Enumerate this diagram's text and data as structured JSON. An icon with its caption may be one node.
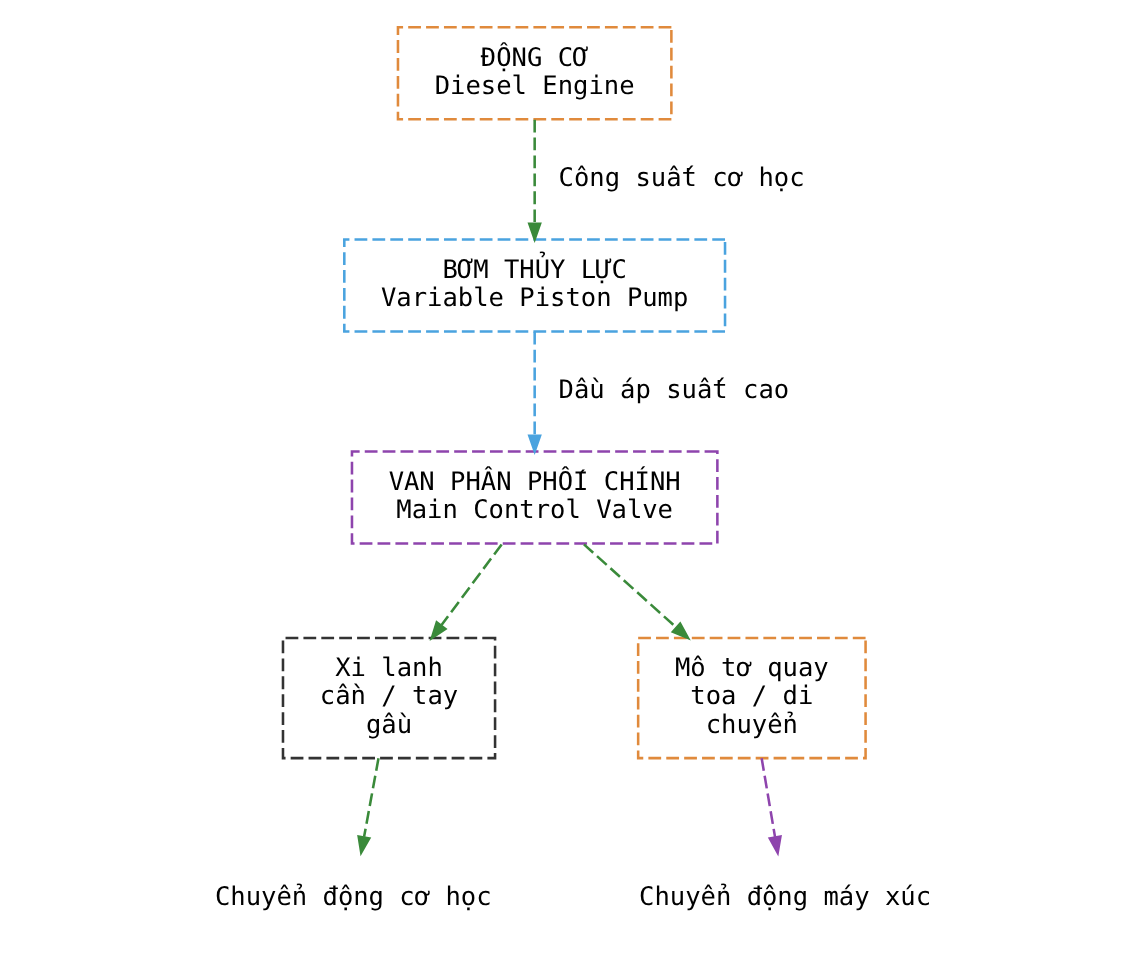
{
  "diagram": {
    "nodes": [
      {
        "text": [
          "ĐỘNG CƠ",
          "Diesel Engine"
        ]
      },
      {
        "text": [
          "BƠM THỦY LỰC",
          "Variable Piston Pump"
        ]
      },
      {
        "text": [
          "VAN PHÂN PHỐI CHÍNH",
          "Main Control Valve"
        ]
      },
      {
        "text": [
          "Xi lanh cần / tay gầu"
        ]
      },
      {
        "text": [
          "Mô tơ quay toa / di chuyển"
        ]
      },
      {
        "text": [
          "Chuyển động cơ học"
        ]
      },
      {
        "text": [
          "Chuyển động máy xúc"
        ]
      }
    ],
    "edges": [
      {
        "from": 0,
        "to": 1,
        "arrow": "to",
        "label": "Công suất cơ học",
        "style": "dashed"
      },
      {
        "from": 1,
        "to": 2,
        "arrow": "to",
        "label": "Dầu áp suất cao",
        "style": "dashed",
        "color": "#4aa3df"
      },
      {
        "from": 2,
        "to": 3,
        "arrow": "to",
        "style": "dashed"
      },
      {
        "from": 2,
        "to": 4,
        "arrow": "to",
        "style": "dashed"
      },
      {
        "from": 3,
        "to": 5,
        "arrow": "to",
        "style": "dashed"
      },
      {
        "from": 4,
        "to": 6,
        "arrow": "to",
        "style": "dashed",
        "color": "#8e44ad"
      }
    ]
  }
}
